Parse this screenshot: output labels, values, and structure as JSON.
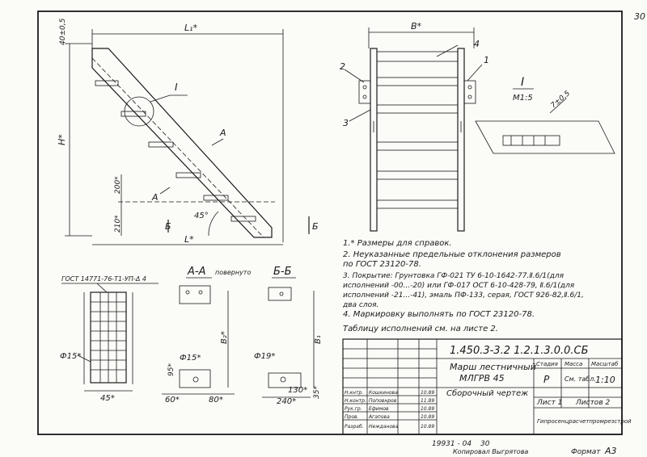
{
  "sheet": {
    "page_number": "30",
    "format_label": "Формат",
    "format_value": "А3",
    "copied_by": "Копировал Выгрятова",
    "bottom_code": "19931 - 04",
    "bottom_number": "30"
  },
  "side_view": {
    "dim_l1": "L₁*",
    "dim_l": "L*",
    "dim_h": "H*",
    "dim_top": "40±0,5",
    "dim_200": "200*",
    "dim_210": "210*",
    "dim_angle": "45°",
    "callout_I": "I",
    "section_A1": "A",
    "section_A2": "A",
    "section_B": "Б"
  },
  "front_view": {
    "dim_b": "B*",
    "pos_1": "1",
    "pos_2": "2",
    "pos_3": "3",
    "pos_4": "4",
    "section_B": "Б"
  },
  "detail_I": {
    "title": "I",
    "scale": "М1:5",
    "dim": "7±0,5"
  },
  "section_AA": {
    "title": "А-А",
    "subtitle": "повернуто",
    "gost_label": "ГОСТ 14771-76-Т1-УП-Δ 4",
    "dim_15a": "Ф15*",
    "dim_15b": "Ф15*",
    "dim_45": "45*",
    "dim_95": "95*",
    "dim_60": "60*",
    "dim_80": "80*",
    "dim_b2": "B₂*"
  },
  "section_BB": {
    "title": "Б-Б",
    "dim_19": "Ф19*",
    "dim_130": "130*",
    "dim_240": "240*",
    "dim_35": "35*",
    "dim_b1": "B₁"
  },
  "notes": [
    "1.* Размеры для справок.",
    "2. Неуказанные предельные отклонения размеров",
    "   по ГОСТ 23120-78.",
    "3. Покрытие: Грунтовка ГФ-021 ТУ 6-10-1642-77.Ⅱ.6/1(для",
    "   исполнений -00...-20) или ГФ-017 ОСТ 6-10-428-79, Ⅱ.6/1(для",
    "   исполнений -21...-41), эмаль ПФ-133, серая, ГОСТ 926-82,Ⅱ.6/1,",
    "   два слоя.",
    "4. Маркировку выполнять по ГОСТ 23120-78.",
    "   Таблицу исполнений см. на листе 2."
  ],
  "title_block": {
    "designation": "1.450.3-3.2 1.2.1.3.0.0.СБ",
    "name_line1": "Марш лестничный",
    "name_line2": "МЛГРВ 45",
    "name_line3": "Сборочный чертеж",
    "col_stage": "Стадия",
    "col_mass": "Масса",
    "col_scale": "Масштаб",
    "stage": "Р",
    "mass": "См. табл.",
    "scale": "1:10",
    "sheet": "Лист 1",
    "sheets": "Листов 2",
    "org": "Гипросенцрасчетпромрезстрой",
    "sign_rows": [
      {
        "role": "Н.кнтр.",
        "name": "Кошкинова",
        "date": "10.89"
      },
      {
        "role": "Н.контр.",
        "name": "Поповнров",
        "date": "11.89"
      },
      {
        "role": "Рук.гр.",
        "name": "Ефимов",
        "date": "10.89"
      },
      {
        "role": "Пров.",
        "name": "Агапова",
        "date": "10.89"
      },
      {
        "role": "Разраб.",
        "name": "Нежданова",
        "date": "10.89"
      }
    ]
  }
}
